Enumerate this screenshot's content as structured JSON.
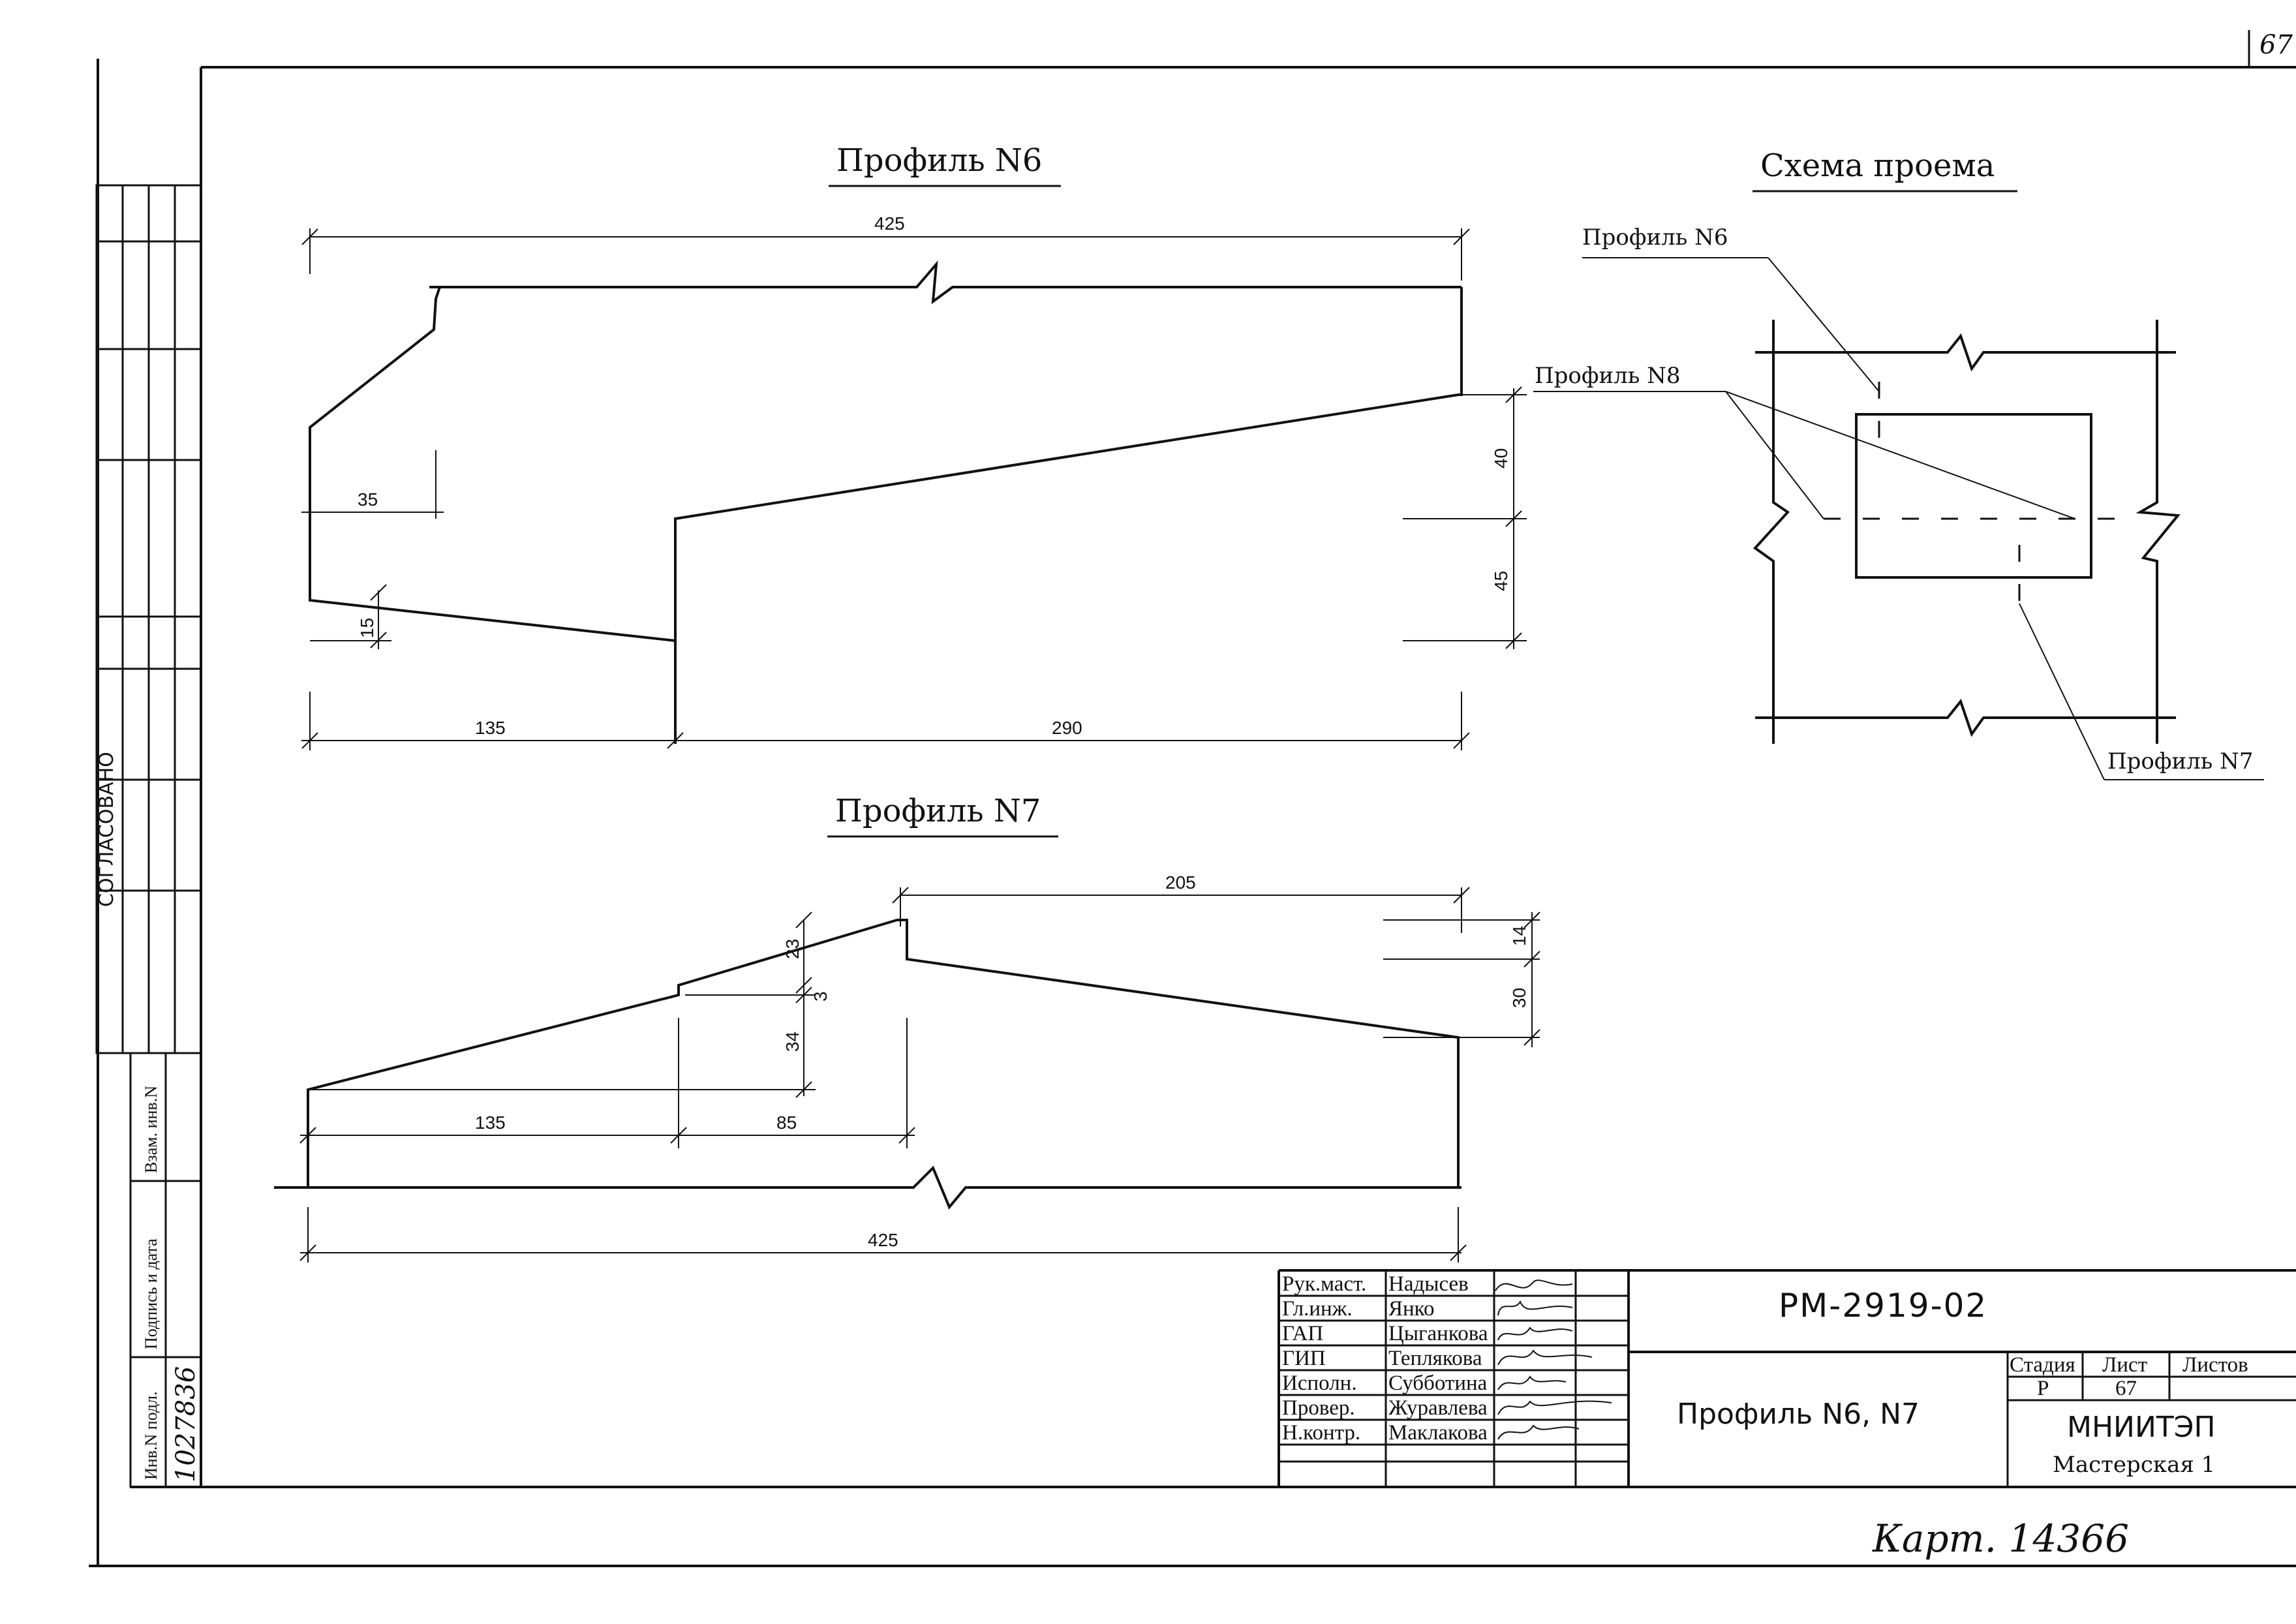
{
  "sheet": {
    "sheet_mark": "67",
    "agreed_label": "СОГЛАСОВАНО",
    "side_columns": {
      "inventory_label": "Инв.N подл.",
      "signature_label": "Подпись и дата",
      "replace_label": "Взам. инв.N",
      "inventory_value": "1027836"
    },
    "handwritten_note": "Карт. 14366"
  },
  "profile_n6": {
    "title": "Профиль N6",
    "dims": {
      "total": "425",
      "a35": "35",
      "a15": "15",
      "a135": "135",
      "a290": "290",
      "v40": "40",
      "v45": "45"
    }
  },
  "profile_n7": {
    "title": "Профиль N7",
    "dims": {
      "a205": "205",
      "v23": "23",
      "v3": "3",
      "v34": "34",
      "a135": "135",
      "a85": "85",
      "total": "425",
      "v14": "14",
      "v30": "30"
    }
  },
  "scheme": {
    "title": "Схема проема",
    "label_n6": "Профиль N6",
    "label_n8": "Профиль N8",
    "label_n7": "Профиль N7"
  },
  "title_block": {
    "roles": [
      "Рук.маст.",
      "Гл.инж.",
      "ГАП",
      "ГИП",
      "Исполн.",
      "Провер.",
      "Н.контр."
    ],
    "names": [
      "Надысев",
      "Янко",
      "Цыганкова",
      "Теплякова",
      "Субботина",
      "Журавлева",
      "Маклакова"
    ],
    "code": "РМ-2919-02",
    "drawing_title": "Профиль N6, N7",
    "stage_header": "Стадия",
    "sheet_header": "Лист",
    "sheets_header": "Листов",
    "stage_value": "Р",
    "sheet_value": "67",
    "sheets_value": "",
    "org": "МНИИТЭП",
    "workshop": "Мастерская 1"
  }
}
